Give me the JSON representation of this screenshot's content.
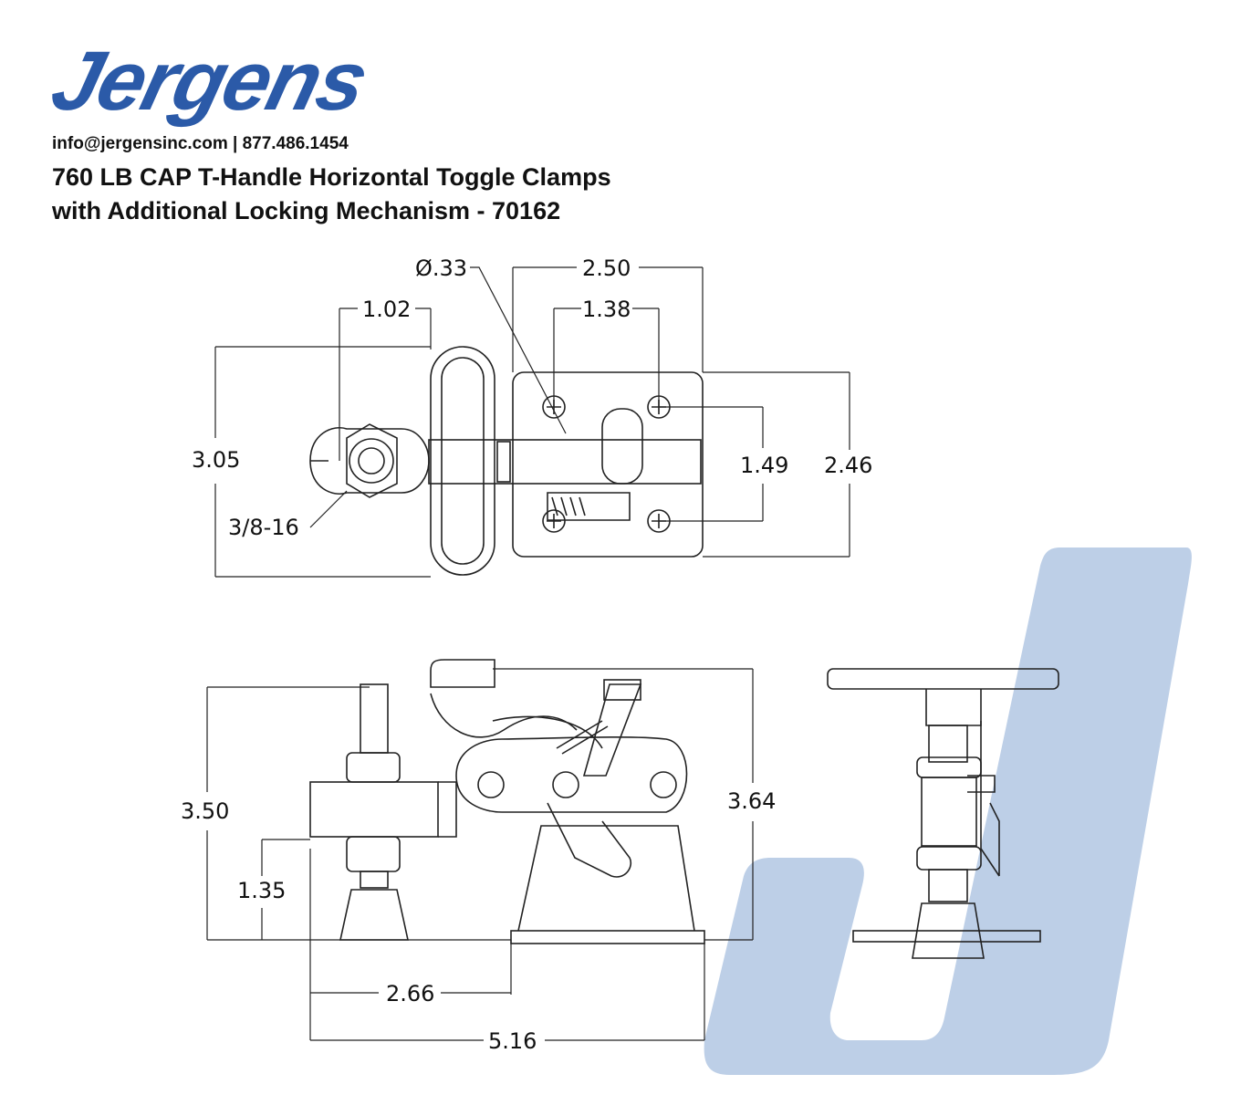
{
  "brand": {
    "name": "Jergens",
    "color": "#2b5aa8",
    "watermark_color": "#b9cce6"
  },
  "contact": "info@jergensinc.com | 877.486.1454",
  "title": {
    "line1": "760 LB CAP T-Handle Horizontal Toggle Clamps",
    "line2": "with Additional Locking Mechanism - 70162"
  },
  "dimensions": {
    "hole_dia": "Ø.33",
    "base_width": "2.50",
    "hole_spacing_x": "1.38",
    "spindle_offset": "1.02",
    "overall_width": "3.05",
    "hole_spacing_y": "1.49",
    "base_depth": "2.46",
    "thread": "3/8-16",
    "height_closed": "3.50",
    "spindle_height": "1.35",
    "height_open": "3.64",
    "spindle_to_base": "2.66",
    "overall_length": "5.16"
  }
}
